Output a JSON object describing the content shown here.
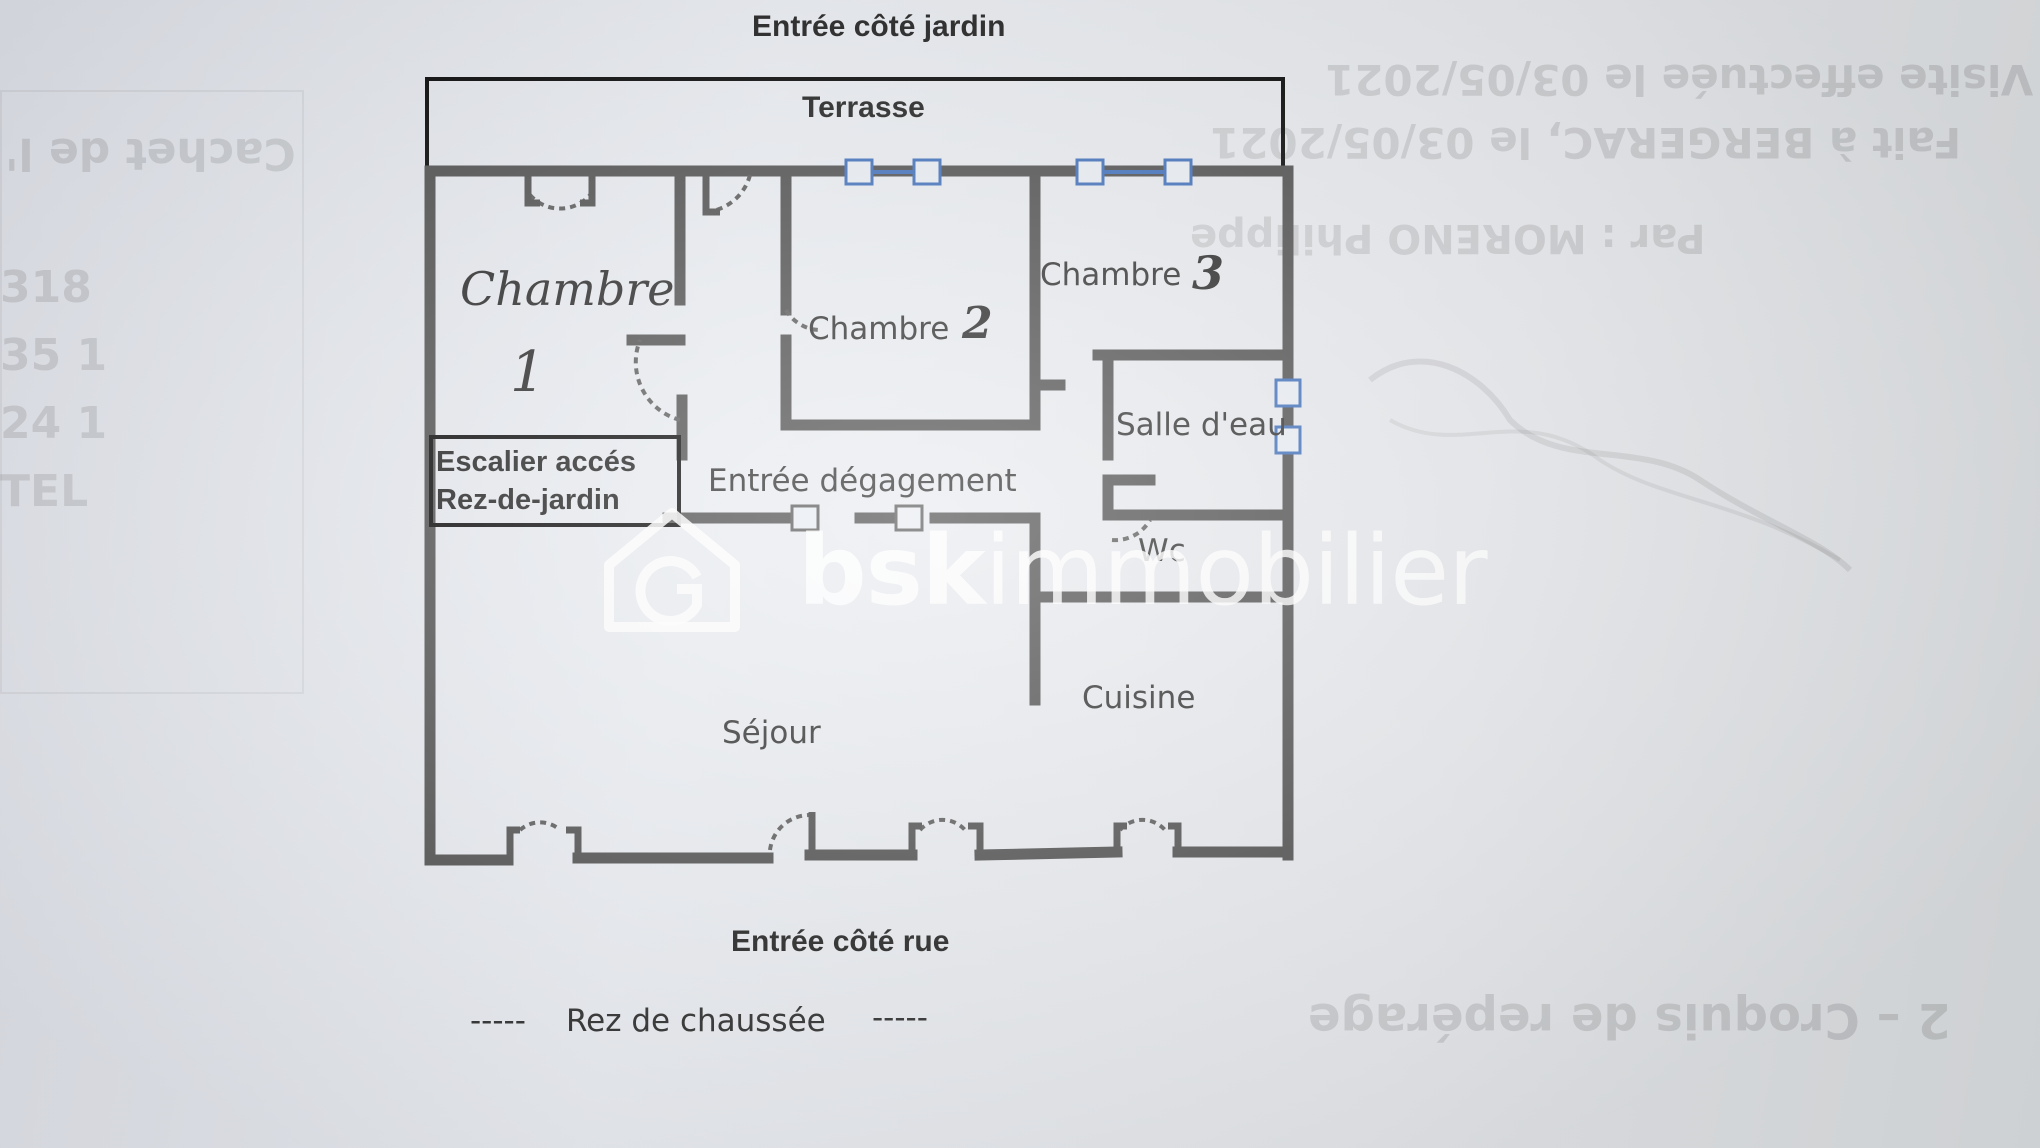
{
  "title_top": "Entrée côté jardin",
  "title_bottom": "Entrée côté rue",
  "floor_label": "Rez de chaussée",
  "floor_dashes": "-----",
  "rooms": {
    "terrasse": "Terrasse",
    "chambre1": "Chambre",
    "chambre1_number": "1",
    "chambre2": "Chambre",
    "chambre2_number": "2",
    "chambre3": "Chambre",
    "chambre3_number": "3",
    "salle_deau": "Salle d'eau",
    "escalier_line1": "Escalier accés",
    "escalier_line2": "Rez-de-jardin",
    "entree": "Entrée dégagement",
    "wc": "Wc",
    "sejour": "Séjour",
    "cuisine": "Cuisine"
  },
  "watermark": {
    "bold_part": "bsk",
    "light_part": "immobilier"
  },
  "background_text": {
    "visit": "Visite effectuée le 03/05/2021",
    "made": "Fait à BERGERAC, le 03/05/2021",
    "by": "Par : MORENO Philippe",
    "stamp": "Cachet de l'",
    "croquis": "2 – Croquis de repérage",
    "left_nums": [
      "318",
      "35 1",
      "24 1",
      "TEL"
    ]
  },
  "colors": {
    "wall": "#4a4a4a",
    "outline": "#000000",
    "window": "#3a6bb8",
    "watermark": "#ffffff"
  }
}
